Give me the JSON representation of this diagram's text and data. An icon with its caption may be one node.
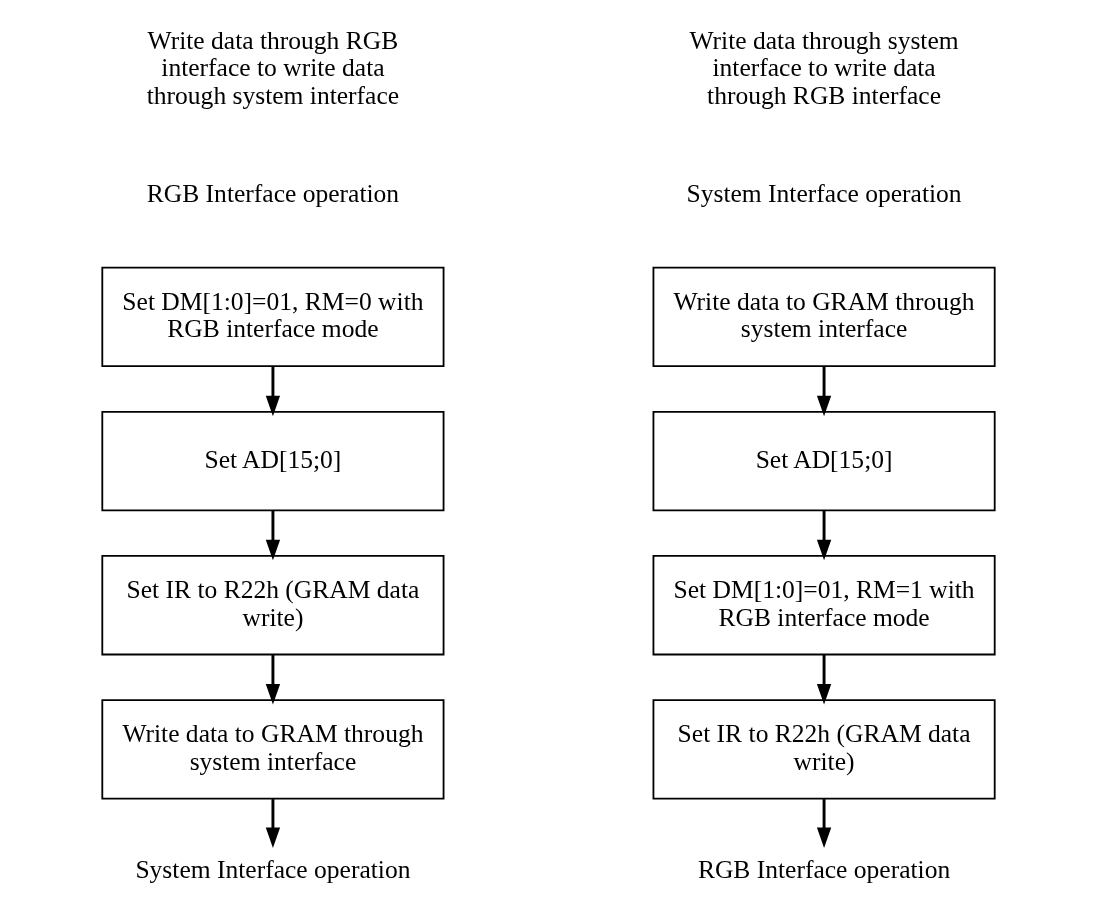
{
  "diagram": {
    "nodes": [
      {
        "text": [
          "Set DM[1:0]=01, RM=0 with RGB interface mode"
        ]
      },
      {
        "text": [
          "Set AD[15;0]"
        ]
      },
      {
        "text": [
          "Set IR to R22h (GRAM data write)"
        ]
      },
      {
        "text": [
          "Write data to GRAM through system interface"
        ]
      },
      {
        "text": [
          "System Interface operation"
        ]
      },
      {
        "text": [
          "Write data to GRAM through system interface"
        ]
      },
      {
        "text": [
          "Set AD[15;0]"
        ]
      },
      {
        "text": [
          "Set DM[1:0]=01, RM=1 with RGB interface mode"
        ]
      },
      {
        "text": [
          "Set IR to R22h (GRAM data write)"
        ]
      },
      {
        "text": [
          "RGB Interface operation"
        ]
      }
    ],
    "edges": [
      {
        "from": 0,
        "to": 1,
        "arrow": "to"
      },
      {
        "from": 1,
        "to": 2,
        "arrow": "to"
      },
      {
        "from": 2,
        "to": 3,
        "arrow": "to"
      },
      {
        "from": 3,
        "to": 4,
        "arrow": "to"
      },
      {
        "from": 5,
        "to": 6,
        "arrow": "to"
      },
      {
        "from": 6,
        "to": 7,
        "arrow": "to"
      },
      {
        "from": 7,
        "to": 8,
        "arrow": "to"
      },
      {
        "from": 8,
        "to": 9,
        "arrow": "to"
      }
    ],
    "labels": [
      "Write data through RGB interface to write data through system interface",
      "Write data through system interface to write data through RGB interface",
      "RGB Interface operation",
      "System Interface operation"
    ]
  }
}
